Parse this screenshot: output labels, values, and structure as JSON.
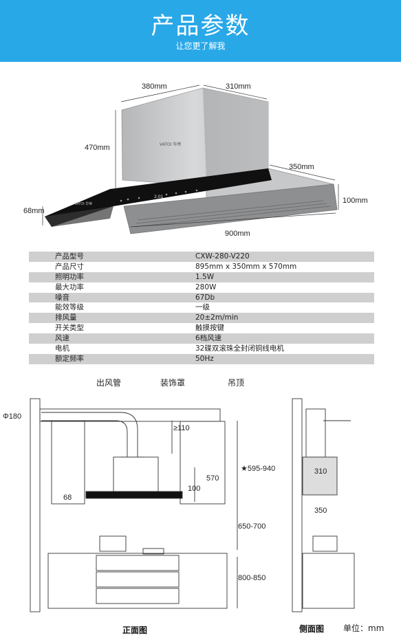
{
  "header": {
    "title": "产品参数",
    "subtitle": "让您更了解我"
  },
  "hood": {
    "brand_text": "VATOI 华帝",
    "panel_time": "2:01",
    "dims": {
      "top_width": "380mm",
      "top_depth": "310mm",
      "body_height": "470mm",
      "body_depth": "350mm",
      "panel_height": "68mm",
      "side_height": "100mm",
      "total_width": "900mm"
    }
  },
  "specs": [
    {
      "label": "产品型号",
      "value": "CXW-280-V220"
    },
    {
      "label": "产品尺寸",
      "value": "895mm x 350mm x 570mm"
    },
    {
      "label": "照明功率",
      "value": "1.5W"
    },
    {
      "label": "最大功率",
      "value": "280W"
    },
    {
      "label": "噪音",
      "value": "67Db"
    },
    {
      "label": "能效等级",
      "value": "一级"
    },
    {
      "label": "排风量",
      "value": "20±2m/min"
    },
    {
      "label": "开关类型",
      "value": "触摸按键"
    },
    {
      "label": "风速",
      "value": "6档风速"
    },
    {
      "label": "电机",
      "value": "32碟双滚珠全封闭铜线电机"
    },
    {
      "label": "额定频率",
      "value": "50Hz"
    }
  ],
  "install": {
    "labels": {
      "duct": "出风管",
      "cover": "装饰罩",
      "ceiling": "吊顶"
    },
    "dims": {
      "duct_dia": "Φ180",
      "cover_gap": "≥110",
      "mount_height": "★595-940",
      "hood_height": "570",
      "panel_h": "100",
      "panel_68": "68",
      "cook_height": "650-700",
      "counter_height": "800-850",
      "side_depth_top": "310",
      "side_depth_bottom": "350"
    },
    "front_caption": "正面图",
    "side_caption": "侧面图",
    "unit": "单位：mm"
  }
}
